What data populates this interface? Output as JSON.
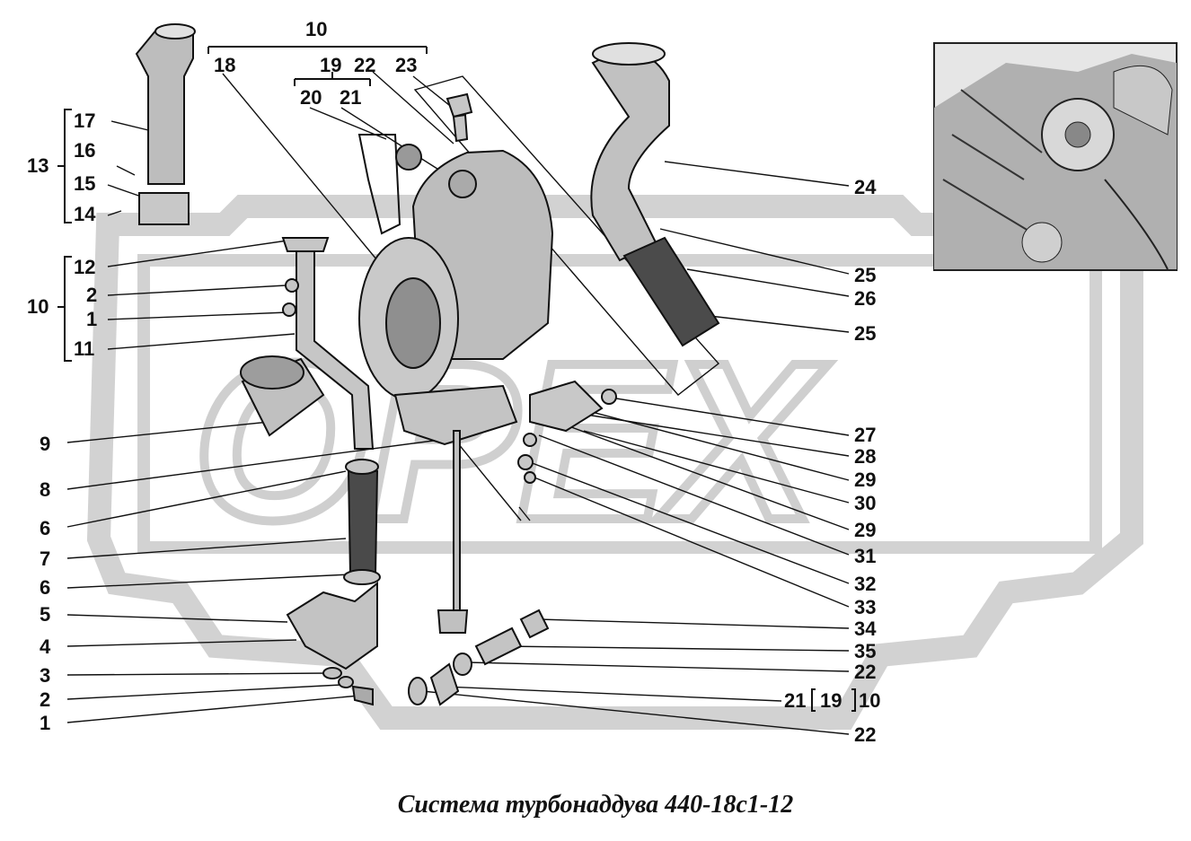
{
  "caption": "Система турбонаддува 440-18с1-12",
  "watermark": "ОРЕХ",
  "labels": {
    "l10a": "10",
    "l18": "18",
    "l19a": "19",
    "l22a": "22",
    "l23": "23",
    "l20": "20",
    "l21a": "21",
    "l17": "17",
    "l16": "16",
    "l13": "13",
    "l15": "15",
    "l14": "14",
    "l12": "12",
    "l2a": "2",
    "l10b": "10",
    "l1a": "1",
    "l11": "11",
    "l9": "9",
    "l8": "8",
    "l6a": "6",
    "l7": "7",
    "l6b": "6",
    "l5": "5",
    "l4": "4",
    "l3": "3",
    "l2b": "2",
    "l1b": "1",
    "l24": "24",
    "l25a": "25",
    "l26": "26",
    "l25b": "25",
    "l27": "27",
    "l28": "28",
    "l29a": "29",
    "l30": "30",
    "l29b": "29",
    "l31": "31",
    "l32": "32",
    "l33": "33",
    "l34": "34",
    "l35": "35",
    "l22b": "22",
    "l21b": "21",
    "l19b": "19",
    "l10c": "10",
    "l22c": "22"
  },
  "colors": {
    "watermark": "#cfcfcf",
    "line": "#111111",
    "part": "#b8b8b8"
  }
}
